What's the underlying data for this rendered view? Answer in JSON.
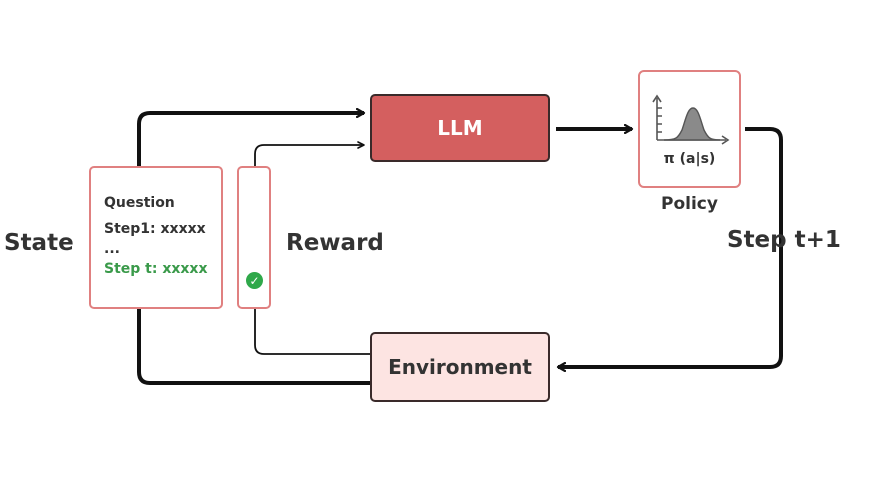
{
  "labels": {
    "state": "State",
    "reward": "Reward",
    "step": "Step t+1",
    "policy": "Policy"
  },
  "boxes": {
    "llm": "LLM",
    "environment": "Environment",
    "policy_formula": "π (a|s)"
  },
  "state_lines": {
    "question": "Question",
    "step1": "Step1: xxxxx",
    "ellipsis": "...",
    "step_t": "Step t: xxxxx"
  },
  "icons": {
    "check": "check-circle-icon",
    "distribution": "distribution-plot-icon"
  },
  "colors": {
    "llm_fill": "#d45f5f",
    "environment_fill": "#fde4e2",
    "box_border": "#e08080",
    "highlight_green": "#3a9a4a",
    "check_green": "#2fa84a"
  }
}
